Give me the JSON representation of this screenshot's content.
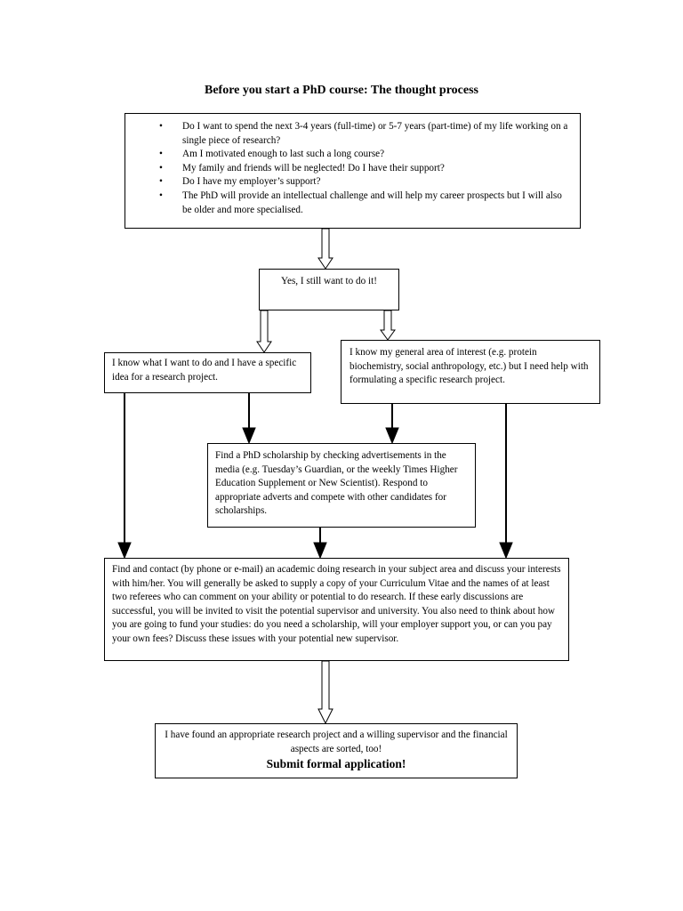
{
  "title": "Before you start a PhD course:  The thought process",
  "questions": [
    "Do I want to spend the next 3-4 years (full-time) or 5-7 years (part-time) of my life working on a single piece of research?",
    "Am I motivated enough to last such a long course?",
    "My family and friends will be neglected!  Do I have their support?",
    "Do I have my employer’s support?",
    "The PhD will provide an intellectual challenge and will help my career prospects but I will also be older and more specialised."
  ],
  "yes_box": "Yes, I still want to do it!",
  "specific_box": "I know what I want to do and I have a specific idea for a research project.",
  "general_box": "I know my general area of interest (e.g. protein biochemistry, social anthropology, etc.) but I need help with formulating a specific research project.",
  "scholarship_box": "Find a PhD scholarship by checking advertisements in the media (e.g. Tuesday’s Guardian, or the weekly Times Higher Education Supplement or New Scientist).  Respond to appropriate adverts and compete with other candidates for scholarships.",
  "contact_box": "Find and contact (by phone or e-mail) an academic doing research in your subject area and discuss your interests with him/her.  You will generally be asked to supply a copy of your Curriculum Vitae and the names of at least two referees who can comment on your ability or potential to do research.  If these early discussions are successful, you will be invited to visit the potential supervisor and university.  You also need to think about how you are going to fund your studies:  do you need a scholarship, will your employer support you, or can you pay your own fees?  Discuss these issues with your potential new supervisor.",
  "submit_box": {
    "text": "I have found an appropriate research project and a willing supervisor and the financial aspects are sorted, too!",
    "emphasis": "Submit formal application!"
  }
}
